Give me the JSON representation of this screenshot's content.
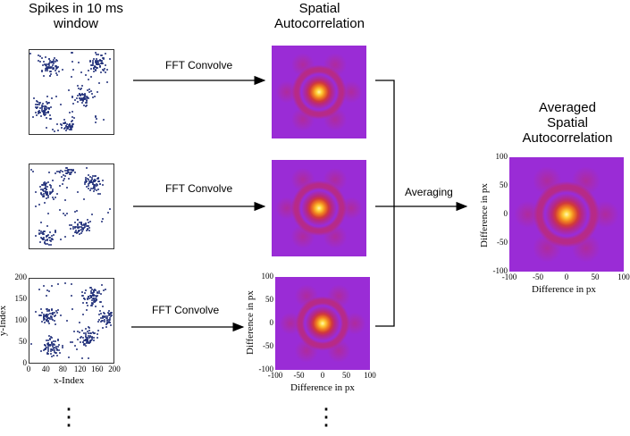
{
  "headers": {
    "spikes": [
      "Spikes in 10 ms",
      "window"
    ],
    "spatial": [
      "Spatial",
      "Autocorrelation"
    ],
    "averaged": [
      "Averaged",
      "Spatial",
      "Autocorrelation"
    ]
  },
  "steps": {
    "convolve": "FFT Convolve",
    "averaging": "Averaging"
  },
  "spike_axes": {
    "xlabel": "x-Index",
    "ylabel": "y-Index",
    "xticks": [
      "0",
      "40",
      "80",
      "120",
      "160",
      "200"
    ],
    "yticks": [
      "200",
      "150",
      "100",
      "50",
      "0"
    ]
  },
  "acorr_axes": {
    "xlabel": "Difference in px",
    "ylabel": "Difference in px",
    "xticks": [
      "-100",
      "-50",
      "0",
      "50",
      "100"
    ],
    "yticks": [
      "100",
      "50",
      "0",
      "-50",
      "-100"
    ]
  },
  "colors": {
    "background": "#9a2cd6",
    "ring": "#c02a6e",
    "peak": "#ffd23a",
    "spike": "#22317a"
  },
  "ellipsis": "⋮"
}
